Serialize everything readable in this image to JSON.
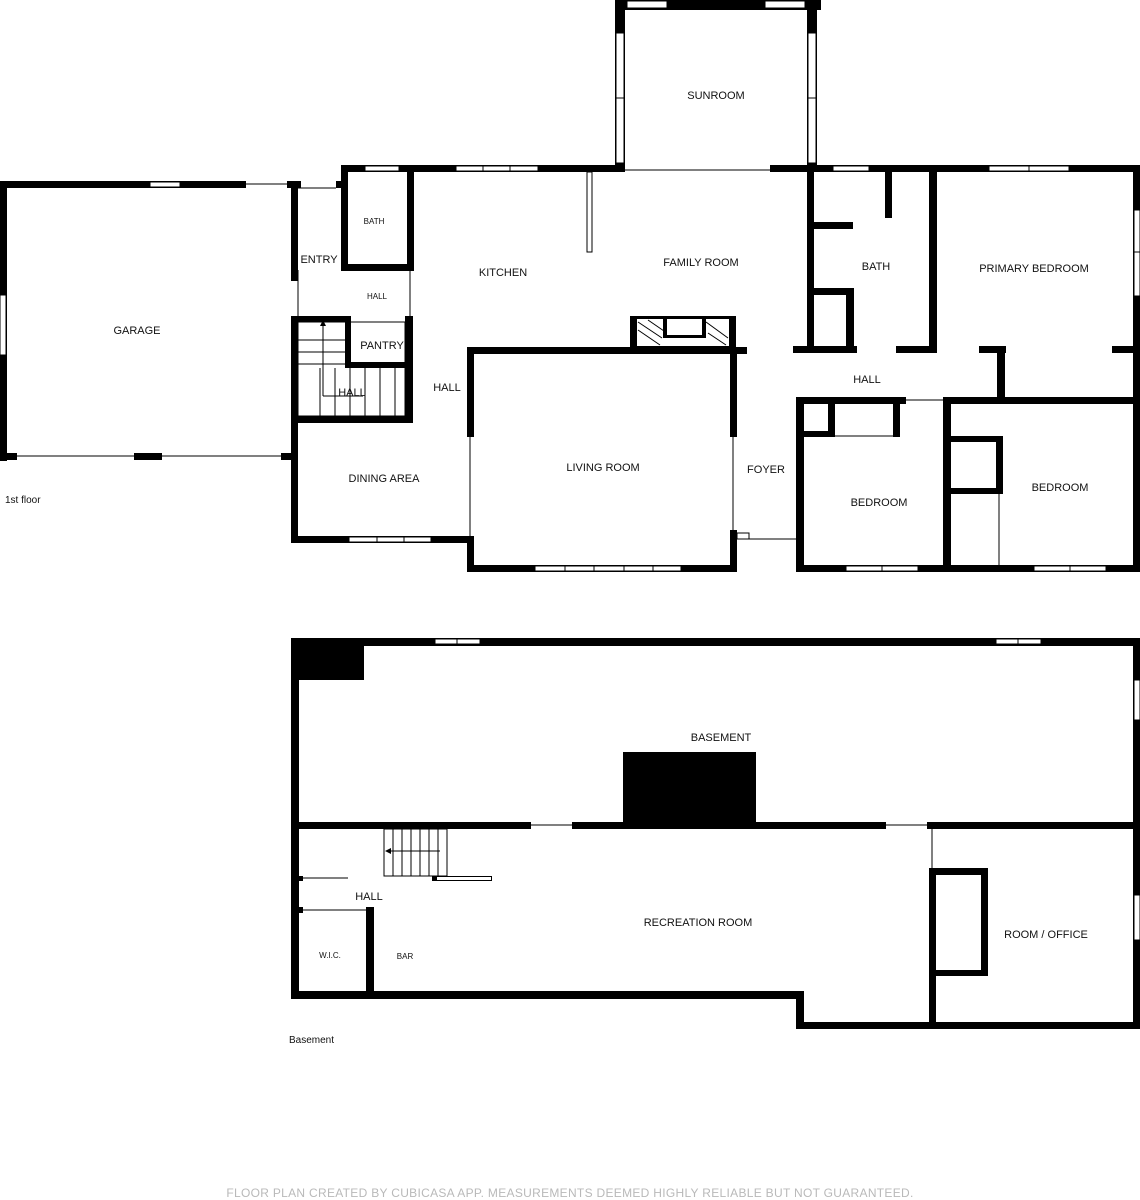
{
  "floors": {
    "first": {
      "label": "1st floor",
      "rooms": {
        "sunroom": "SUNROOM",
        "garage": "GARAGE",
        "entry": "ENTRY",
        "bath_small": "BATH",
        "hall_entry": "HALL",
        "kitchen": "KITCHEN",
        "family_room": "FAMILY ROOM",
        "bath_main": "BATH",
        "primary_bedroom": "PRIMARY BEDROOM",
        "pantry": "PANTRY",
        "hall_stairs": "HALL",
        "hall_west": "HALL",
        "hall_east": "HALL",
        "dining_area": "DINING AREA",
        "living_room": "LIVING ROOM",
        "foyer": "FOYER",
        "bedroom_1": "BEDROOM",
        "bedroom_2": "BEDROOM"
      }
    },
    "basement": {
      "label": "Basement",
      "rooms": {
        "basement": "BASEMENT",
        "hall": "HALL",
        "recreation_room": "RECREATION ROOM",
        "wic": "W.I.C.",
        "bar": "BAR",
        "room_office": "ROOM / OFFICE"
      }
    }
  },
  "footer": "FLOOR PLAN CREATED BY CUBICASA APP. MEASUREMENTS DEEMED HIGHLY RELIABLE BUT NOT GUARANTEED."
}
